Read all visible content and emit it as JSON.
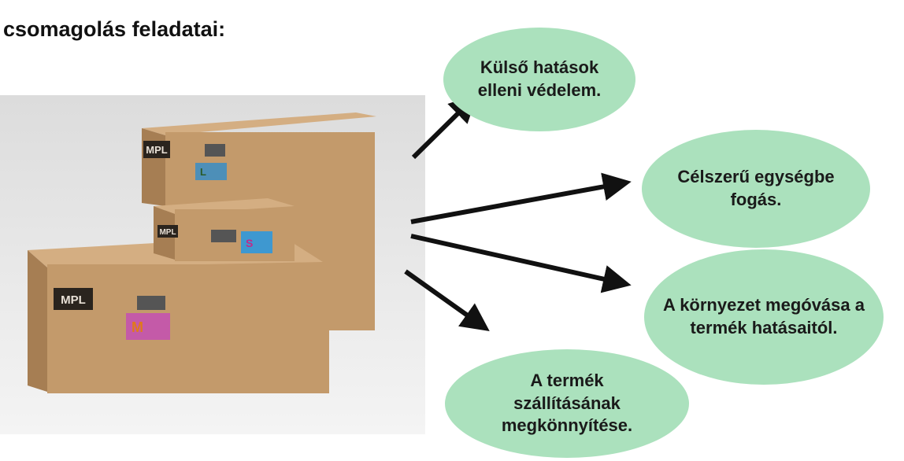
{
  "title": "csomagolás feladatai:",
  "photo": {
    "icon": "cardboard-boxes-photo",
    "box_logo": "MPL",
    "size_labels": [
      "L",
      "S",
      "M"
    ]
  },
  "functions": [
    {
      "text": "Külső hatások elleni védelem."
    },
    {
      "text": "Célszerű egységbe fogás."
    },
    {
      "text": "A környezet megóvása a termék hatásaitól."
    },
    {
      "text": "A termék szállításának megkönnyítése."
    }
  ],
  "colors": {
    "ellipse_fill": "#abe1bd",
    "arrow": "#111111",
    "cardboard": "#c39a6b"
  }
}
